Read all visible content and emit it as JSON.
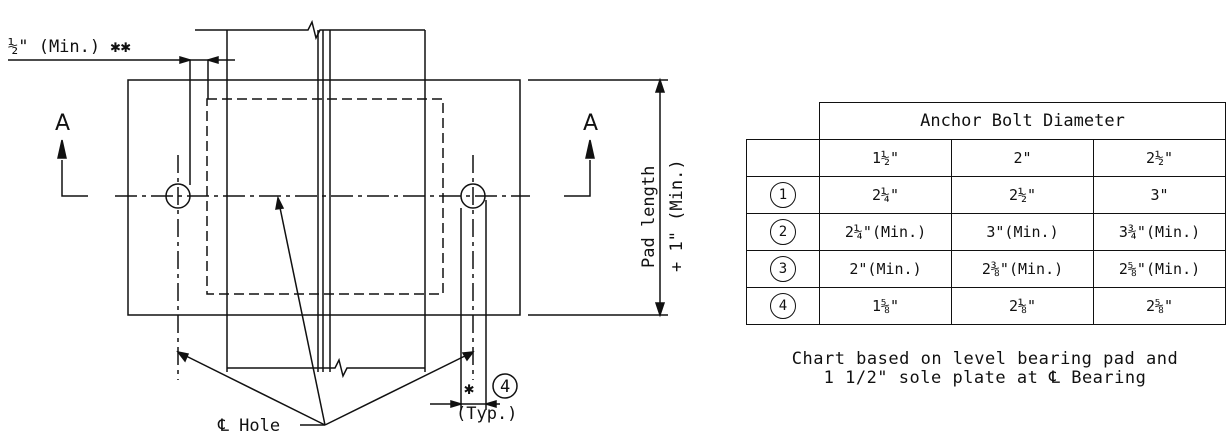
{
  "drawing": {
    "top_dim_label": "½\" (Min.) ✱✱",
    "section_left": "A",
    "section_right": "A",
    "pad_length_label": "Pad length",
    "pad_length_min": "+ 1\" (Min.)",
    "hole_label": "℄ Hole",
    "typ_mark": "✱",
    "typ_label": "(Typ.)",
    "typ_ref": "4"
  },
  "table": {
    "header": "Anchor Bolt Diameter",
    "columns": [
      "1½\"",
      "2\"",
      "2½\""
    ],
    "rows": [
      {
        "id": "1",
        "cells": [
          "2¼\"",
          "2½\"",
          "3\""
        ]
      },
      {
        "id": "2",
        "cells": [
          "2¼\"(Min.)",
          "3\"(Min.)",
          "3¾\"(Min.)"
        ]
      },
      {
        "id": "3",
        "cells": [
          "2\"(Min.)",
          "2⅜\"(Min.)",
          "2⅝\"(Min.)"
        ]
      },
      {
        "id": "4",
        "cells": [
          "1⅝\"",
          "2⅛\"",
          "2⅝\""
        ]
      }
    ]
  },
  "note": {
    "line1": "Chart based on level bearing pad and",
    "line2": "1 1/2\" sole plate at ℄ Bearing"
  }
}
